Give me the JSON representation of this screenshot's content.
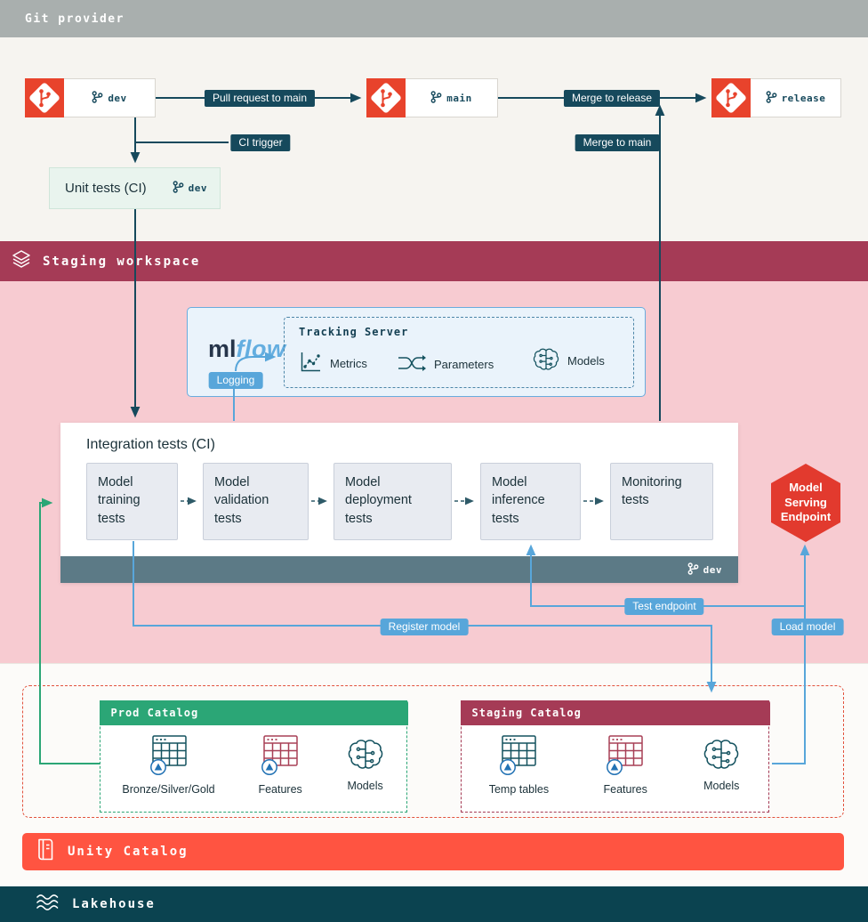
{
  "colors": {
    "topbar_gray": "#A9AFAE",
    "teal_dark": "#16495C",
    "maroon": "#A53B56",
    "pink_bg": "#F7CBD1",
    "blue_badge": "#58A6DA",
    "mlflow_blue": "#64AEE0",
    "green": "#2BA676",
    "git_red": "#E8432C",
    "endpoint_red": "#E23A2E",
    "unity_orange": "#FF5441",
    "slate_bar": "#5C7A86",
    "lakehouse_teal": "#0B4350"
  },
  "top": {
    "title": "Git provider"
  },
  "git": {
    "repos": [
      {
        "branch": "dev"
      },
      {
        "branch": "main"
      },
      {
        "branch": "release"
      }
    ],
    "badges": {
      "pull_request": "Pull request to main",
      "ci_trigger": "CI trigger",
      "merge_release": "Merge to release",
      "merge_main": "Merge to main"
    },
    "unit_tests": {
      "label": "Unit tests (CI)",
      "branch": "dev"
    }
  },
  "staging_workspace": {
    "title": "Staging workspace",
    "mlflow": {
      "logo_ml": "ml",
      "logo_flow": "flow",
      "tracking_title": "Tracking Server",
      "items": [
        "Metrics",
        "Parameters",
        "Models"
      ],
      "logging_badge": "Logging"
    },
    "integration": {
      "title": "Integration tests (CI)",
      "steps": [
        "Model training tests",
        "Model validation tests",
        "Model deployment tests",
        "Model inference tests",
        "Monitoring tests"
      ],
      "branch": "dev"
    },
    "endpoint_label": "Model Serving Endpoint",
    "badges": {
      "test_endpoint": "Test endpoint",
      "register_model": "Register model",
      "load_model": "Load model"
    }
  },
  "catalogs": {
    "prod": {
      "title": "Prod Catalog",
      "items": [
        "Bronze/Silver/Gold",
        "Features",
        "Models"
      ]
    },
    "staging": {
      "title": "Staging Catalog",
      "items": [
        "Temp tables",
        "Features",
        "Models"
      ]
    },
    "unity": {
      "title": "Unity Catalog"
    }
  },
  "lakehouse": {
    "title": "Lakehouse"
  }
}
